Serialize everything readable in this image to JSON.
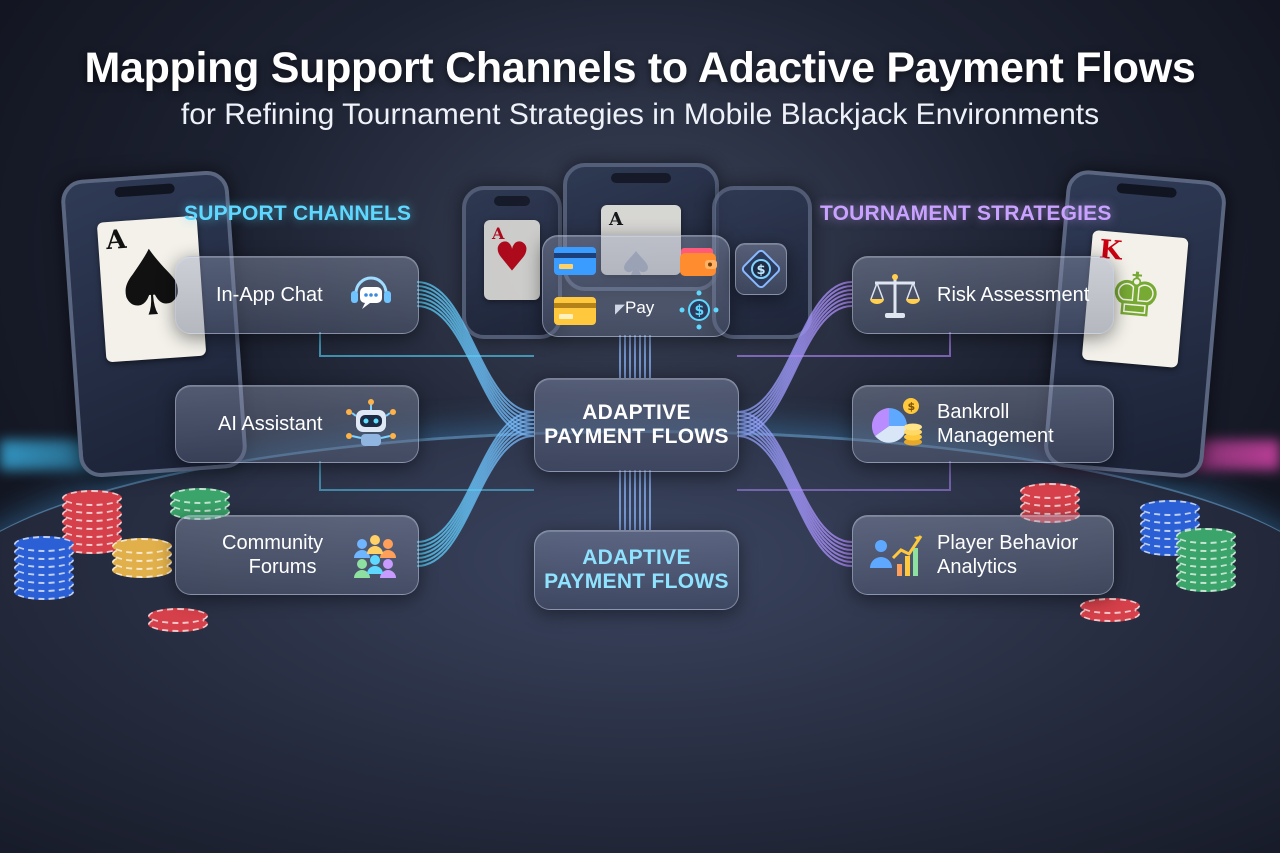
{
  "title": "Mapping Support Channels to Adactive Payment Flows",
  "subtitle": "for Refining Tournament Strategies in Mobile Blackjack Environments",
  "left_column": {
    "heading": "SUPPORT CHANNELS",
    "items": [
      {
        "label": "In-App Chat",
        "icon": "chat-headset-icon"
      },
      {
        "label": "AI Assistant",
        "icon": "robot-icon"
      },
      {
        "label": "Community Forums",
        "label_line1": "Community",
        "label_line2": "Forums",
        "icon": "people-group-icon"
      }
    ]
  },
  "right_column": {
    "heading": "TOURNAMENT STRATEGIES",
    "items": [
      {
        "label": "Risk Assessment",
        "icon": "scales-icon"
      },
      {
        "label": "Bankroll Management",
        "label_line1": "Bankroll",
        "label_line2": "Management",
        "icon": "pie-coins-icon"
      },
      {
        "label": "Player Behavior Analytics",
        "label_line1": "Player Behavior",
        "label_line2": "Analytics",
        "icon": "analytics-people-icon"
      }
    ]
  },
  "center": {
    "main_node": {
      "line1": "ADAPTIVE",
      "line2": "PAYMENT FLOWS"
    },
    "secondary_node": {
      "line1": "ADAPTIVE",
      "line2": "PAYMENT FLOWS"
    },
    "payment_panel": {
      "pay_label": "Pay",
      "icons": [
        "credit-card-icon",
        "wallet-icon",
        "gold-card-icon",
        "dollar-network-icon"
      ]
    }
  },
  "colors": {
    "accent_left": "#5fd8ff",
    "accent_right": "#c9a2ff",
    "wire_cyan": "#57d6ff",
    "wire_violet": "#b68bff"
  }
}
